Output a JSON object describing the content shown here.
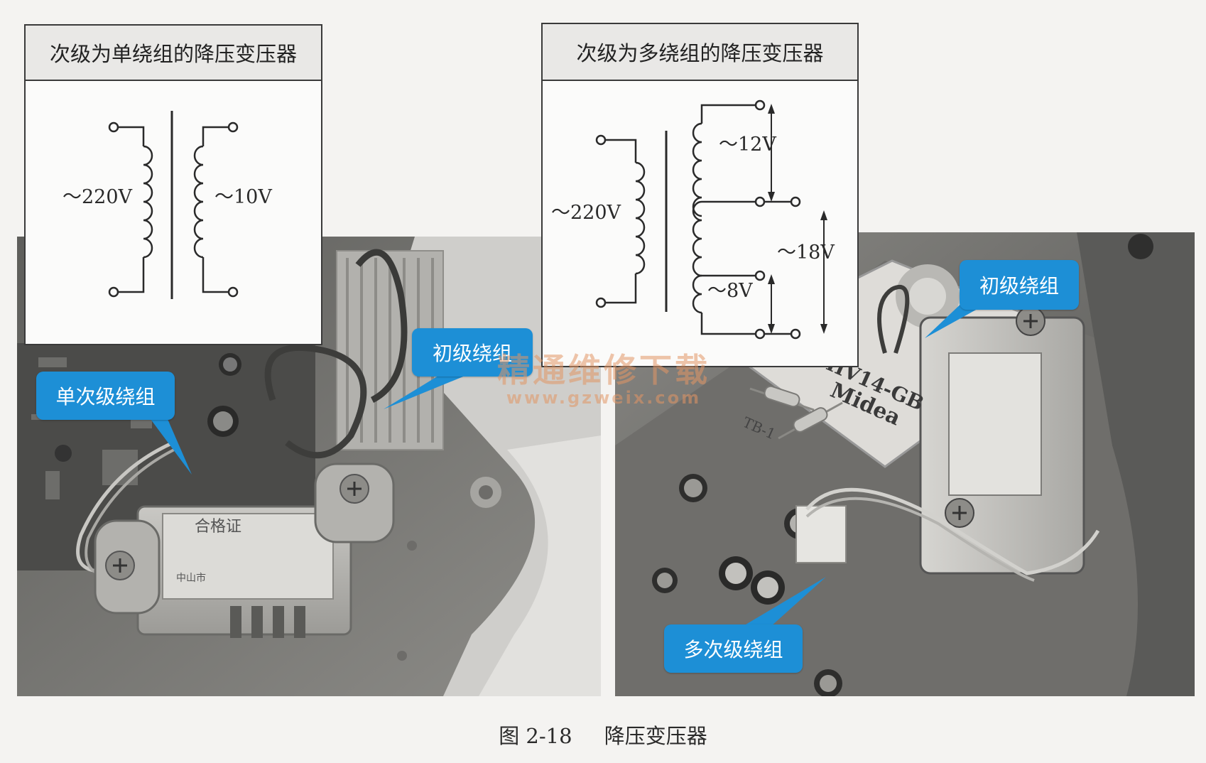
{
  "left_schematic": {
    "title": "次级为单绕组的降压变压器",
    "primary_voltage": "～220V",
    "secondary_voltage": "～10V"
  },
  "right_schematic": {
    "title": "次级为多绕组的降压变压器",
    "primary_voltage": "～220V",
    "secondary_voltages": [
      "～12V",
      "～18V",
      "～8V"
    ]
  },
  "left_photo": {
    "callouts": {
      "secondary": "单次级绕组",
      "primary": "初级绕组"
    },
    "label_text": "合格证",
    "label_text_2": "中山市"
  },
  "right_photo": {
    "callouts": {
      "primary": "初级绕组",
      "secondary": "多次级绕组"
    },
    "board_text": "HV14-GB",
    "brand_text": "Midea",
    "board_code": "TB-1"
  },
  "watermark": {
    "cn": "精通维修下载",
    "url": "www.gzweix.com"
  },
  "caption": {
    "figure_no": "图 2-18",
    "title": "降压变压器"
  },
  "colors": {
    "callout": "#1d8fd6",
    "watermark": "#e19664"
  }
}
